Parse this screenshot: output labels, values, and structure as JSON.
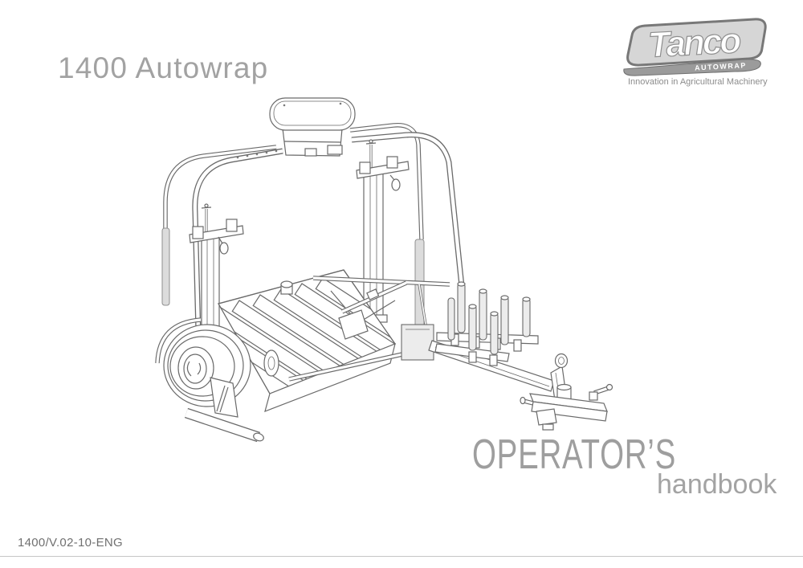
{
  "page": {
    "model_title": "1400 Autowrap",
    "cover_title": "OPERATOR’S",
    "cover_subtitle": "handbook",
    "document_code": "1400/V.02-10-ENG"
  },
  "logo": {
    "brand": "Tanco",
    "range": "AUTOWRAP",
    "tagline": "Innovation in Agricultural Machinery"
  },
  "illustration": {
    "label": "Line drawing of the 1400 Autowrap trailed bale wrapper"
  },
  "colors": {
    "title-gray": "#a2a2a2",
    "cover-gray": "#9e9e9e",
    "subtitle-gray": "#a3a3a3",
    "footer-gray": "#707070",
    "line-gray": "#6a6a6a",
    "rule-gray": "#c6c6c6",
    "logo-fill": "#d6d6d6",
    "logo-border": "#787878",
    "logo-swoosh": "#9b9b9b",
    "tagline-gray": "#8c8c8c"
  }
}
